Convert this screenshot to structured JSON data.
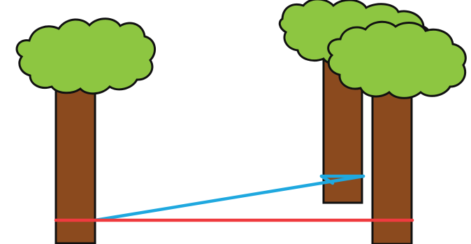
{
  "colors": {
    "background": "#ffffff",
    "trunk": "#8b4a1e",
    "canopy": "#8dc641",
    "outline": "#111111",
    "blue_line": "#1fa8df",
    "red_line": "#ef3b3f"
  },
  "objects": {
    "trees": [
      {
        "name": "left-tree"
      },
      {
        "name": "middle-back-tree"
      },
      {
        "name": "right-front-tree"
      }
    ],
    "lines": [
      {
        "name": "blue-line",
        "color": "blue"
      },
      {
        "name": "red-line",
        "color": "red"
      }
    ]
  }
}
